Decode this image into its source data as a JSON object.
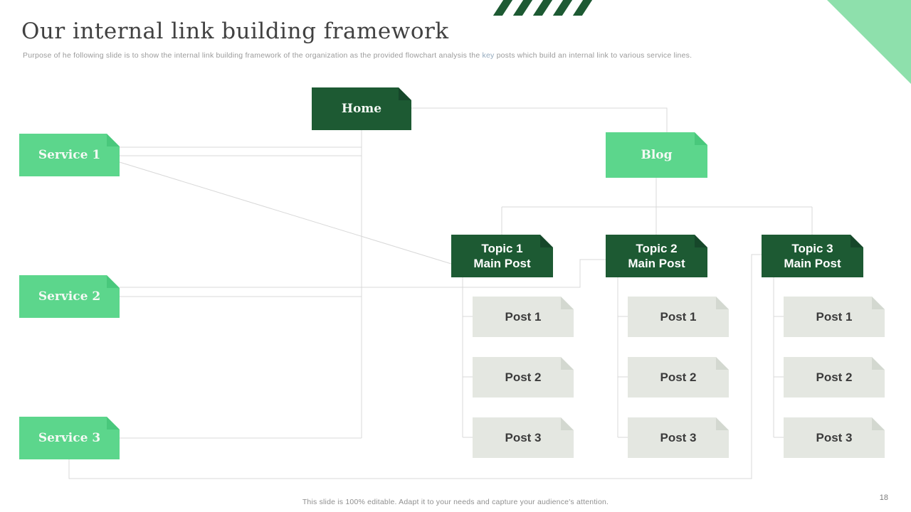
{
  "slide": {
    "title": "Our internal link building framework",
    "subtitle": {
      "before": "Purpose of he following slide is to show the internal link building framework of the organization as the provided flowchart analysis the ",
      "highlight": "key",
      "after": " posts which build an internal link to various service lines."
    },
    "footer": "This slide is 100% editable. Adapt it to your needs and capture your audience's attention.",
    "page_number": "18"
  },
  "colors": {
    "dark_green": "#1d5a33",
    "mid_green": "#5cd68c",
    "corner_green": "#8ee0ac",
    "post_gray": "#e4e7e1",
    "line_gray": "#d8d8d8"
  },
  "flowchart": {
    "home": {
      "label": "Home"
    },
    "blog": {
      "label": "Blog"
    },
    "services": [
      {
        "label": "Service 1"
      },
      {
        "label": "Service 2"
      },
      {
        "label": "Service 3"
      }
    ],
    "topics": [
      {
        "line1": "Topic 1",
        "line2": "Main Post"
      },
      {
        "line1": "Topic 2",
        "line2": "Main Post"
      },
      {
        "line1": "Topic 3",
        "line2": "Main Post"
      }
    ],
    "posts": [
      {
        "label": "Post 1"
      },
      {
        "label": "Post 2"
      },
      {
        "label": "Post 3"
      }
    ]
  }
}
